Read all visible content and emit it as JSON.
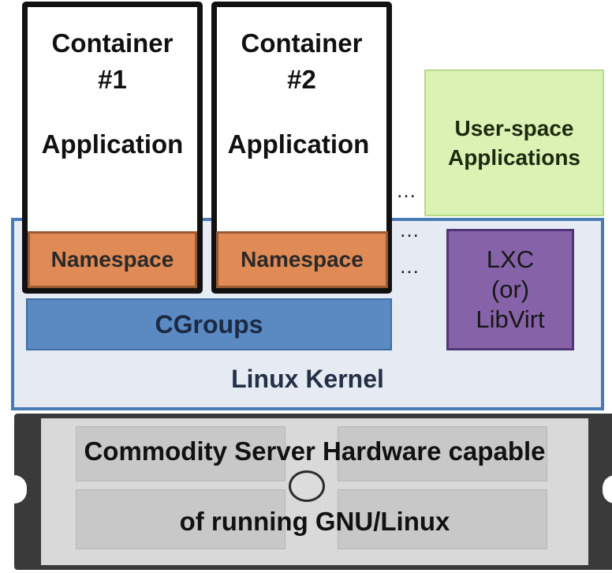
{
  "containers": [
    {
      "title_line1": "Container",
      "title_line2": "#1",
      "app": "Application",
      "namespace": "Namespace"
    },
    {
      "title_line1": "Container",
      "title_line2": "#2",
      "app": "Application",
      "namespace": "Namespace"
    }
  ],
  "userspace": {
    "line1": "User-space",
    "line2": "Applications"
  },
  "ellipsis": "…",
  "kernel": {
    "label": "Linux Kernel",
    "cgroups": "CGroups",
    "lxc": {
      "line1": "LXC",
      "line2": "(or)",
      "line3": "LibVirt"
    }
  },
  "hardware": {
    "line1": "Commodity Server Hardware capable",
    "line2": "of running GNU/Linux"
  },
  "colors": {
    "namespace": "#e08a55",
    "cgroups": "#5b8ac3",
    "lxc": "#8663a8",
    "userspace": "#dbf2b4",
    "kernel_bg": "#e6ebf3",
    "kernel_border": "#4a7ab3",
    "server": "#3a3a3a"
  }
}
